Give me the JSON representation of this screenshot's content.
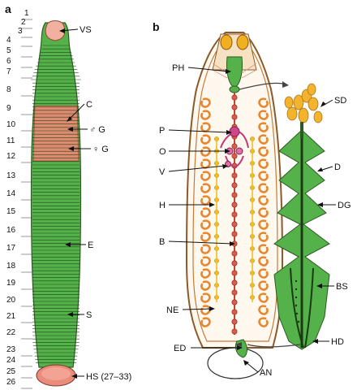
{
  "panel_a": {
    "letter": "a",
    "segment_numbers": [
      "1",
      "2",
      "3",
      "4",
      "5",
      "6",
      "7",
      "8",
      "9",
      "10",
      "11",
      "12",
      "13",
      "14",
      "15",
      "16",
      "17",
      "18",
      "19",
      "20",
      "21",
      "22",
      "23",
      "24",
      "25",
      "26"
    ],
    "labels": {
      "vs": "VS",
      "c": "C",
      "male_g": "♂ G",
      "female_g": "♀ G",
      "e": "E",
      "s": "S",
      "hs": "HS (27–33)"
    }
  },
  "panel_b": {
    "letter": "b",
    "labels": {
      "ph": "PH",
      "p": "P",
      "o": "O",
      "v": "V",
      "h": "H",
      "b": "B",
      "ne": "NE",
      "ed": "ED",
      "an": "AN",
      "sd": "SD",
      "d": "D",
      "dg": "DG",
      "bs": "BS",
      "hd": "HD"
    }
  },
  "colors": {
    "body_green": "#55b24a",
    "clitellum": "#e08a72",
    "sucker": "#f2b0a0",
    "outline": "#5a3a1a",
    "nephridia": "#e8862e",
    "yellow": "#f0c020",
    "nerve_red": "#e05a4a",
    "reproductive": "#d0468a"
  }
}
